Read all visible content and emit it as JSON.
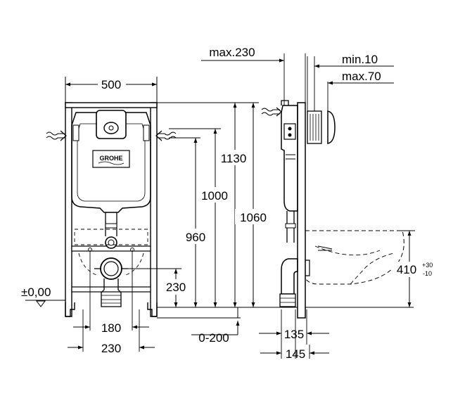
{
  "front_view": {
    "brand_logo": "GROHE",
    "dims": {
      "width": "500",
      "h_1130": "1130",
      "h_1000": "1000",
      "h_960": "960",
      "h_1060": "1060",
      "h_230": "230",
      "zero_level": "±0,00",
      "w_180": "180",
      "w_230": "230",
      "adjust": "0-200"
    }
  },
  "side_view": {
    "dims": {
      "max_230": "max.230",
      "min_10": "min.10",
      "max_70": "max.70",
      "h_410": "410",
      "tol_plus": "+30",
      "tol_minus": "-10",
      "d_135": "135",
      "d_145": "145"
    }
  }
}
